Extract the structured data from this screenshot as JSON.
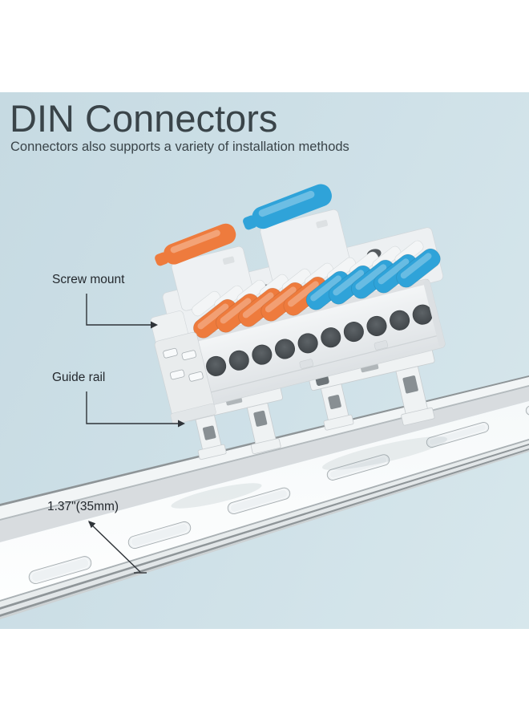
{
  "header": {
    "title": "DIN Connectors",
    "subtitle": "Connectors also supports a variety of installation methods"
  },
  "annotations": {
    "screw_mount": "Screw mount",
    "guide_rail": "Guide rail",
    "rail_width": "1.37\"(35mm)"
  },
  "product": {
    "output_levers": {
      "count": 10,
      "orange_count": 5,
      "blue_count": 5
    },
    "input_levers": {
      "count": 2,
      "colors": [
        "orange",
        "blue"
      ]
    },
    "wire_hole_count": 10,
    "mounting_clip_count": 2
  },
  "rail": {
    "slot_count": 6
  },
  "colors": {
    "background": "#ffffff",
    "panel_top": "#c6dae2",
    "panel_bottom": "#d7e7ec",
    "text": "#3a4449",
    "label_text": "#24292e",
    "line": "#2e3338",
    "orange": "#ee7b3d",
    "blue": "#2fa3d9",
    "body": "#eef1f2",
    "hole": "#454a4e",
    "rail_face": "#fbfcfd",
    "rail_wall": "#d8dcdf",
    "rail_edge": "#8e9497"
  }
}
